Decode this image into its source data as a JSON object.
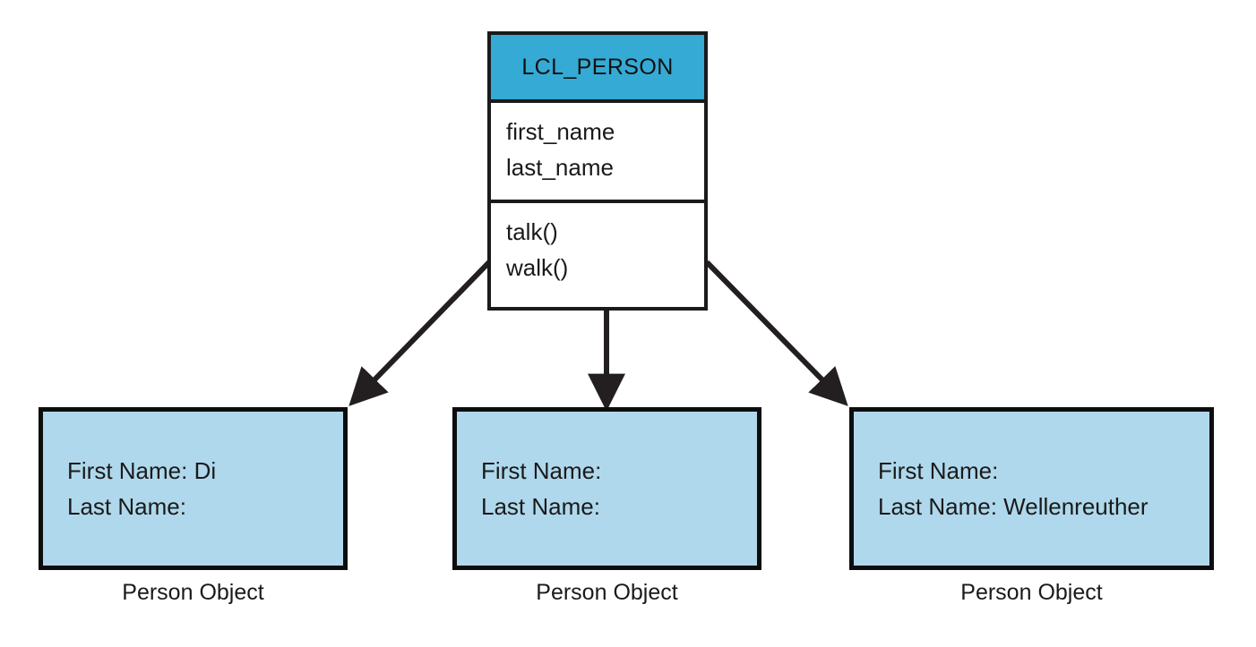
{
  "diagram": {
    "type": "uml-class-instance-diagram",
    "colors": {
      "class_header_fill": "#35aad4",
      "class_body_fill": "#ffffff",
      "object_fill": "#afd8ec",
      "stroke": "#1a1a1a",
      "background": "#ffffff"
    },
    "class_box": {
      "name": "LCL_PERSON",
      "attributes": [
        "first_name",
        "last_name"
      ],
      "methods": [
        "talk()",
        "walk()"
      ]
    },
    "objects": [
      {
        "lines": [
          "First Name: Di",
          "Last Name:"
        ],
        "caption": "Person Object"
      },
      {
        "lines": [
          "First Name:",
          "Last Name:"
        ],
        "caption": "Person Object"
      },
      {
        "lines": [
          "First Name:",
          "Last Name: Wellenreuther"
        ],
        "caption": "Person Object"
      }
    ],
    "connectors": [
      {
        "name": "arrow-to-object-1",
        "from": "class-box",
        "to": "object-1",
        "style": "solid-filled-arrowhead"
      },
      {
        "name": "arrow-to-object-2",
        "from": "class-box",
        "to": "object-2",
        "style": "solid-filled-arrowhead"
      },
      {
        "name": "arrow-to-object-3",
        "from": "class-box",
        "to": "object-3",
        "style": "solid-filled-arrowhead"
      }
    ]
  }
}
